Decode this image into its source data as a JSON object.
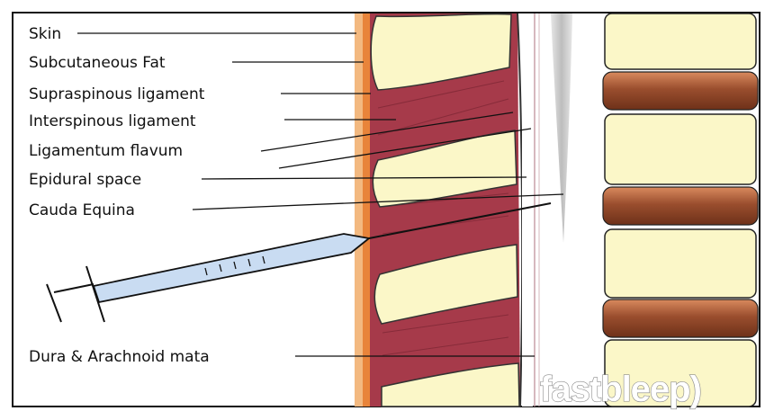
{
  "labels": {
    "skin": "Skin",
    "subcutaneous_fat": "Subcutaneous Fat",
    "supraspinous_ligament": "Supraspinous ligament",
    "interspinous_ligament": "Interspinous ligament",
    "ligamentum_flavum": "Ligamentum flavum",
    "epidural_space": "Epidural space",
    "cauda_equina": "Cauda Equina",
    "dura_arachnoid": "Dura & Arachnoid mata"
  },
  "logo": {
    "text": "fastbleep)"
  },
  "colors": {
    "skin": "#f3b980",
    "fat": "#e8843a",
    "ligament": "#a63a4a",
    "bone": "#fbf7c8",
    "disc": "#9a4e2e",
    "syringe": "#c9dcf2",
    "border": "#111111"
  },
  "icons": {
    "needle": "syringe-needle-icon"
  }
}
